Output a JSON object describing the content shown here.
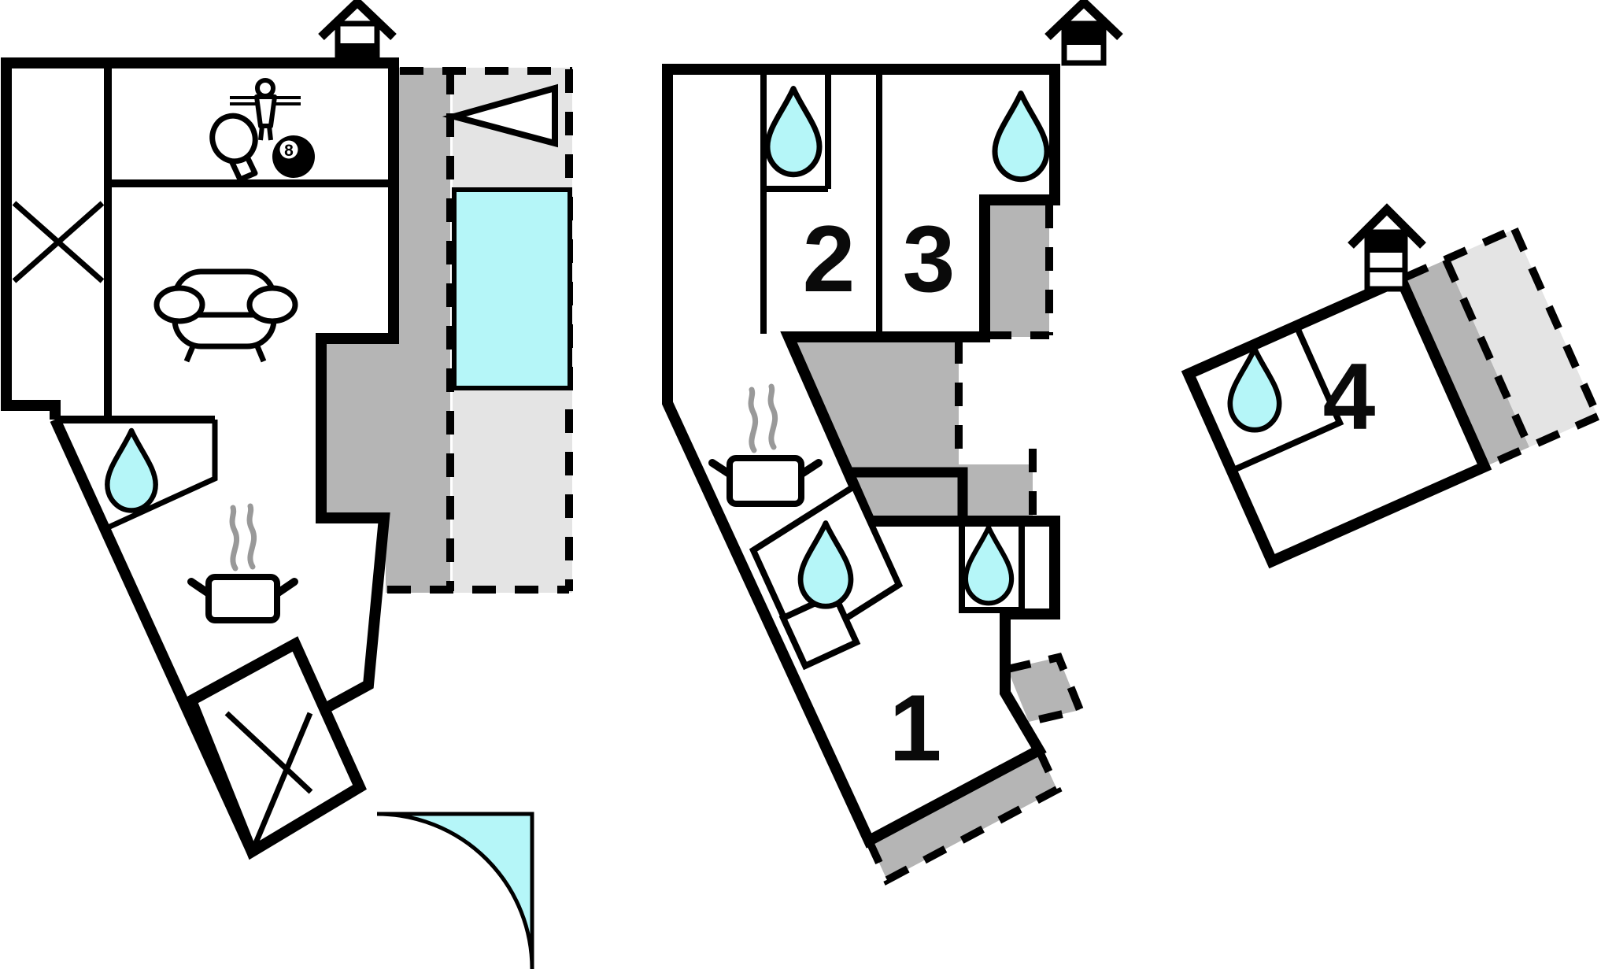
{
  "plan": {
    "type": "vacation-house floor plan",
    "buildings": [
      {
        "name": "main-house-ground-floor",
        "rooms": [
          "game-room",
          "living-room",
          "kitchen",
          "bathroom"
        ],
        "house_icon": "house-level-bottom"
      },
      {
        "name": "main-house-upper-floor",
        "rooms": [
          "1",
          "2",
          "3"
        ],
        "house_icon": "house-level-top"
      },
      {
        "name": "annex-top-floor",
        "rooms": [
          "4"
        ],
        "house_icon": "house-level-top-of-three"
      }
    ]
  },
  "rooms": {
    "room1": {
      "label": "1"
    },
    "room2": {
      "label": "2"
    },
    "room3": {
      "label": "3"
    },
    "room4": {
      "label": "4"
    }
  },
  "billiard_ball": {
    "label": "8"
  },
  "colors": {
    "water": "#b5f6f8",
    "terrace_dark": "#b5b5b5",
    "terrace_light": "#e4e4e4",
    "wall": "#000000",
    "steam": "#999999",
    "background": "#ffffff"
  },
  "icons": {
    "water_drop": "water-drop-icon",
    "cooking_pot": "cooking-pot-icon",
    "steam": "steam-icon",
    "sofa": "sofa-icon",
    "foosball_player": "foosball-player-icon",
    "table_tennis_paddle": "table-tennis-paddle-icon",
    "billiard_ball": "billiard-8-ball-icon",
    "stairs_cross": "cross-symbol-icon",
    "door_swing": "door-swing-arc-icon",
    "pool": "pool-icon",
    "direction_triangle": "triangle-marker-icon",
    "house_level": "house-level-icon"
  }
}
